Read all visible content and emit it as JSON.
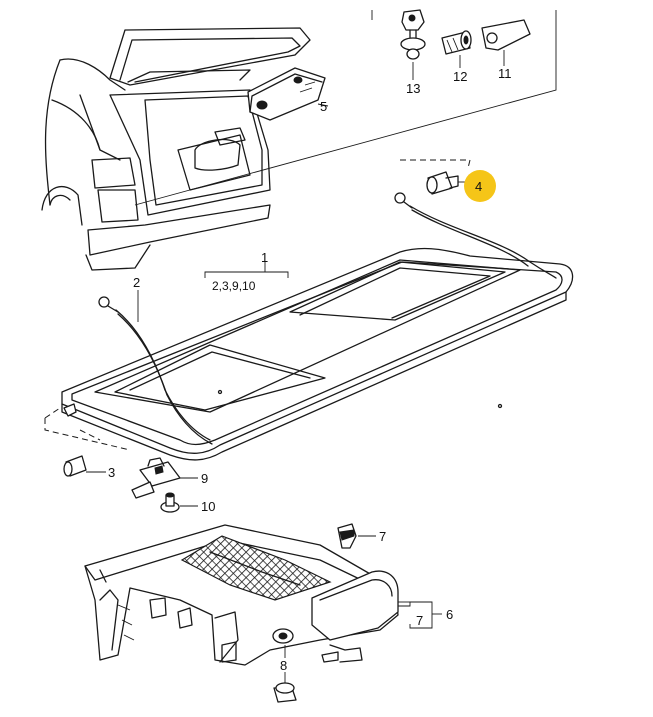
{
  "callouts": {
    "c1": "1",
    "c1_group": "2,3,9,10",
    "c2": "2",
    "c3": "3",
    "c4": "4",
    "c5": "5",
    "c6": "6",
    "c7a": "7",
    "c7b": "7",
    "c8": "8",
    "c9": "9",
    "c10": "10",
    "c11": "11",
    "c12": "12",
    "c13": "13"
  },
  "colors": {
    "highlight": "#f5c518",
    "line": "#1a1a1a"
  }
}
